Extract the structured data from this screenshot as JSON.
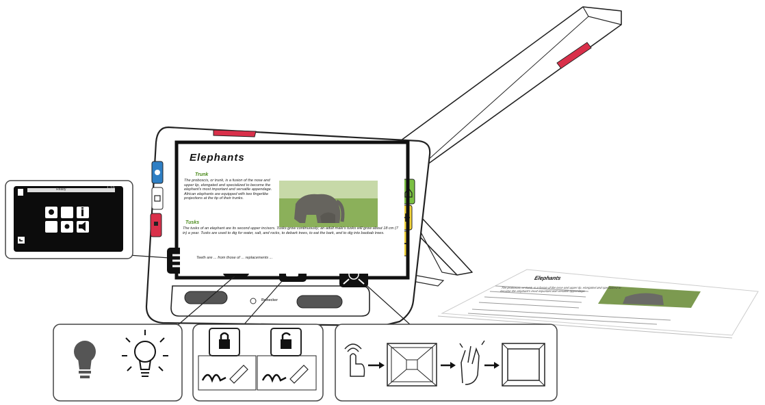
{
  "screen": {
    "title": "Elephants",
    "section1_heading": "Trunk",
    "section1_text": "The proboscis, or trunk, is a fusion of the nose and upper lip, elongated and specialized to become the elephant's most important and versatile appendage. African elephants are equipped with two fingerlike projections at the tip of their trunks.",
    "section2_heading": "Tusks",
    "section2_text": "The tusks of an elephant are its second upper incisors. Tusks grow continuously; an adult male's tusks will grow about 18 cm (7 in) a year. Tusks are used to dig for water, salt, and rocks, to debark trees, to eat the bark, and to dig into baobab trees.",
    "section3_text": "Teeth are ... from those of ... replacements ..."
  },
  "brand": "Reinecker",
  "inset_menu": {
    "status_label": "Ready",
    "status_value": "1:23"
  },
  "paper_sheet": {
    "title": "Elephants",
    "text": "The proboscis, or trunk, is a fusion of the nose and upper lip, elongated and specialized to become the elephant's most important and versatile appendage."
  },
  "colors": {
    "red_button": "#d9304a",
    "blue_button": "#2f7fc4",
    "green_button": "#7bc043",
    "yellow_button": "#f2d43a",
    "device_outline": "#222222"
  },
  "icons": {
    "menu": "hamburger-icon",
    "torch": "flashlight-icon",
    "lock": "lock-icon",
    "fullscreen": "expand-arrows-icon",
    "home": "home-icon",
    "plus": "plus-icon",
    "minus": "minus-icon"
  }
}
